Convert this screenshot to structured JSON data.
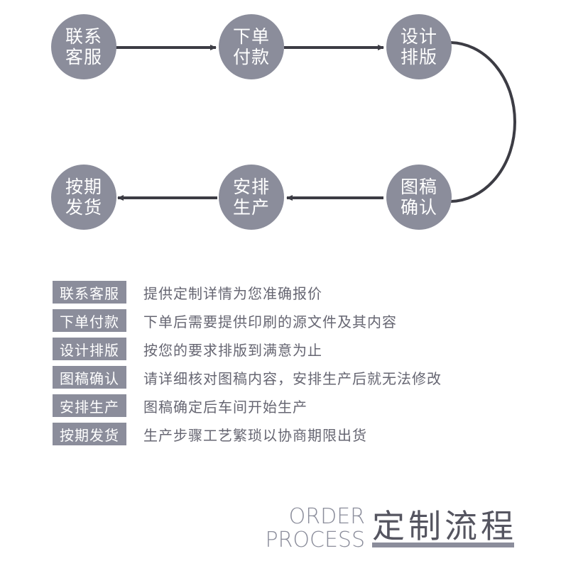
{
  "flow": {
    "nodes": [
      {
        "line1": "联系",
        "line2": "客服"
      },
      {
        "line1": "下单",
        "line2": "付款"
      },
      {
        "line1": "设计",
        "line2": "排版"
      },
      {
        "line1": "图稿",
        "line2": "确认"
      },
      {
        "line1": "安排",
        "line2": "生产"
      },
      {
        "line1": "按期",
        "line2": "发货"
      }
    ],
    "colors": {
      "circle": "#8b8d9b",
      "arrow": "#3c3c44"
    }
  },
  "steps": [
    {
      "label": "联系客服",
      "desc": "提供定制详情为您准确报价"
    },
    {
      "label": "下单付款",
      "desc": "下单后需要提供印刷的源文件及其内容"
    },
    {
      "label": "设计排版",
      "desc": "按您的要求排版到满意为止"
    },
    {
      "label": "图稿确认",
      "desc": "请详细核对图稿内容，安排生产后就无法修改"
    },
    {
      "label": "安排生产",
      "desc": "图稿确定后车间开始生产"
    },
    {
      "label": "按期发货",
      "desc": "生产步骤工艺繁琐以协商期限出货"
    }
  ],
  "title": {
    "en_line1": "ORDER",
    "en_line2": "PROCESS",
    "cn": "定制流程"
  }
}
